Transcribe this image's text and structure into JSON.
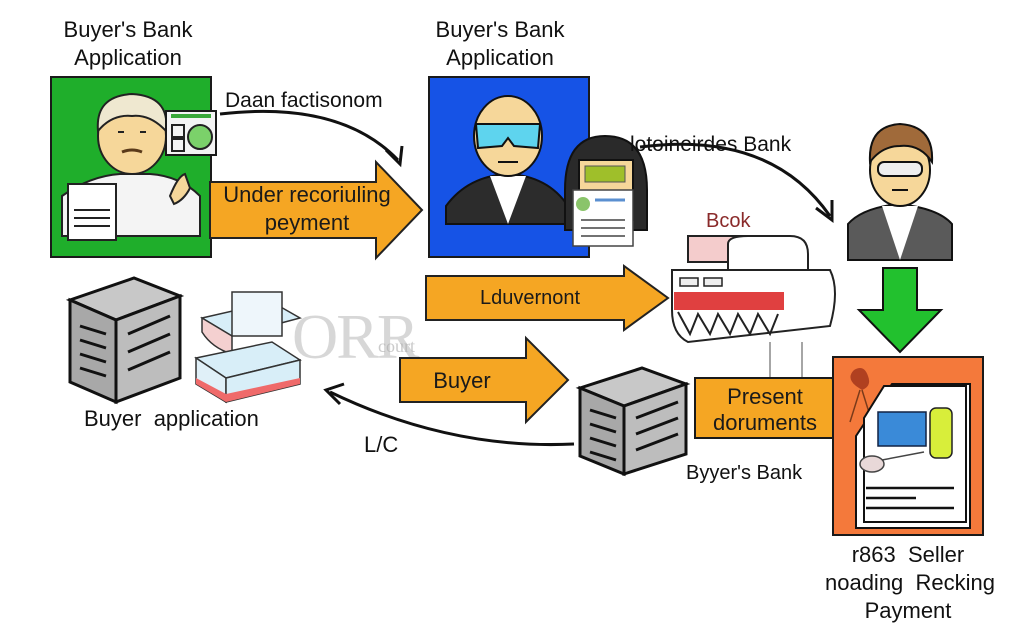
{
  "diagram": {
    "title_left": [
      "Buyer's Bank",
      "Application"
    ],
    "title_center": [
      "Buyer's Bank",
      "Application"
    ],
    "connector_label_top_left": "Daan factisonom",
    "connector_label_top_right": "lotoineirdes Bank",
    "arrow_underrecording": [
      "Under recoriuling",
      "peyment"
    ],
    "arrow_document": "Lduvernont",
    "arrow_buyer": "Buyer",
    "ship_label": "Bcok",
    "buyer_application_label": "Buyer  application",
    "lc_label": "L/C",
    "present_documents": [
      "Present",
      "doruments"
    ],
    "byyers_bank_label": "Byyer's Bank",
    "seller_label": [
      "r863  Seller",
      "noading  Recking",
      "Payment"
    ],
    "watermark": "ORR",
    "watermark_sub": "court",
    "colors": {
      "green_panel": "#1fae2b",
      "blue_panel": "#1653e6",
      "orange_arrow": "#f5a623",
      "orange_panel": "#f4793b",
      "green_arrow": "#22c12e",
      "ship_red": "#e04040",
      "server_gray": "#a8a8a8"
    }
  }
}
